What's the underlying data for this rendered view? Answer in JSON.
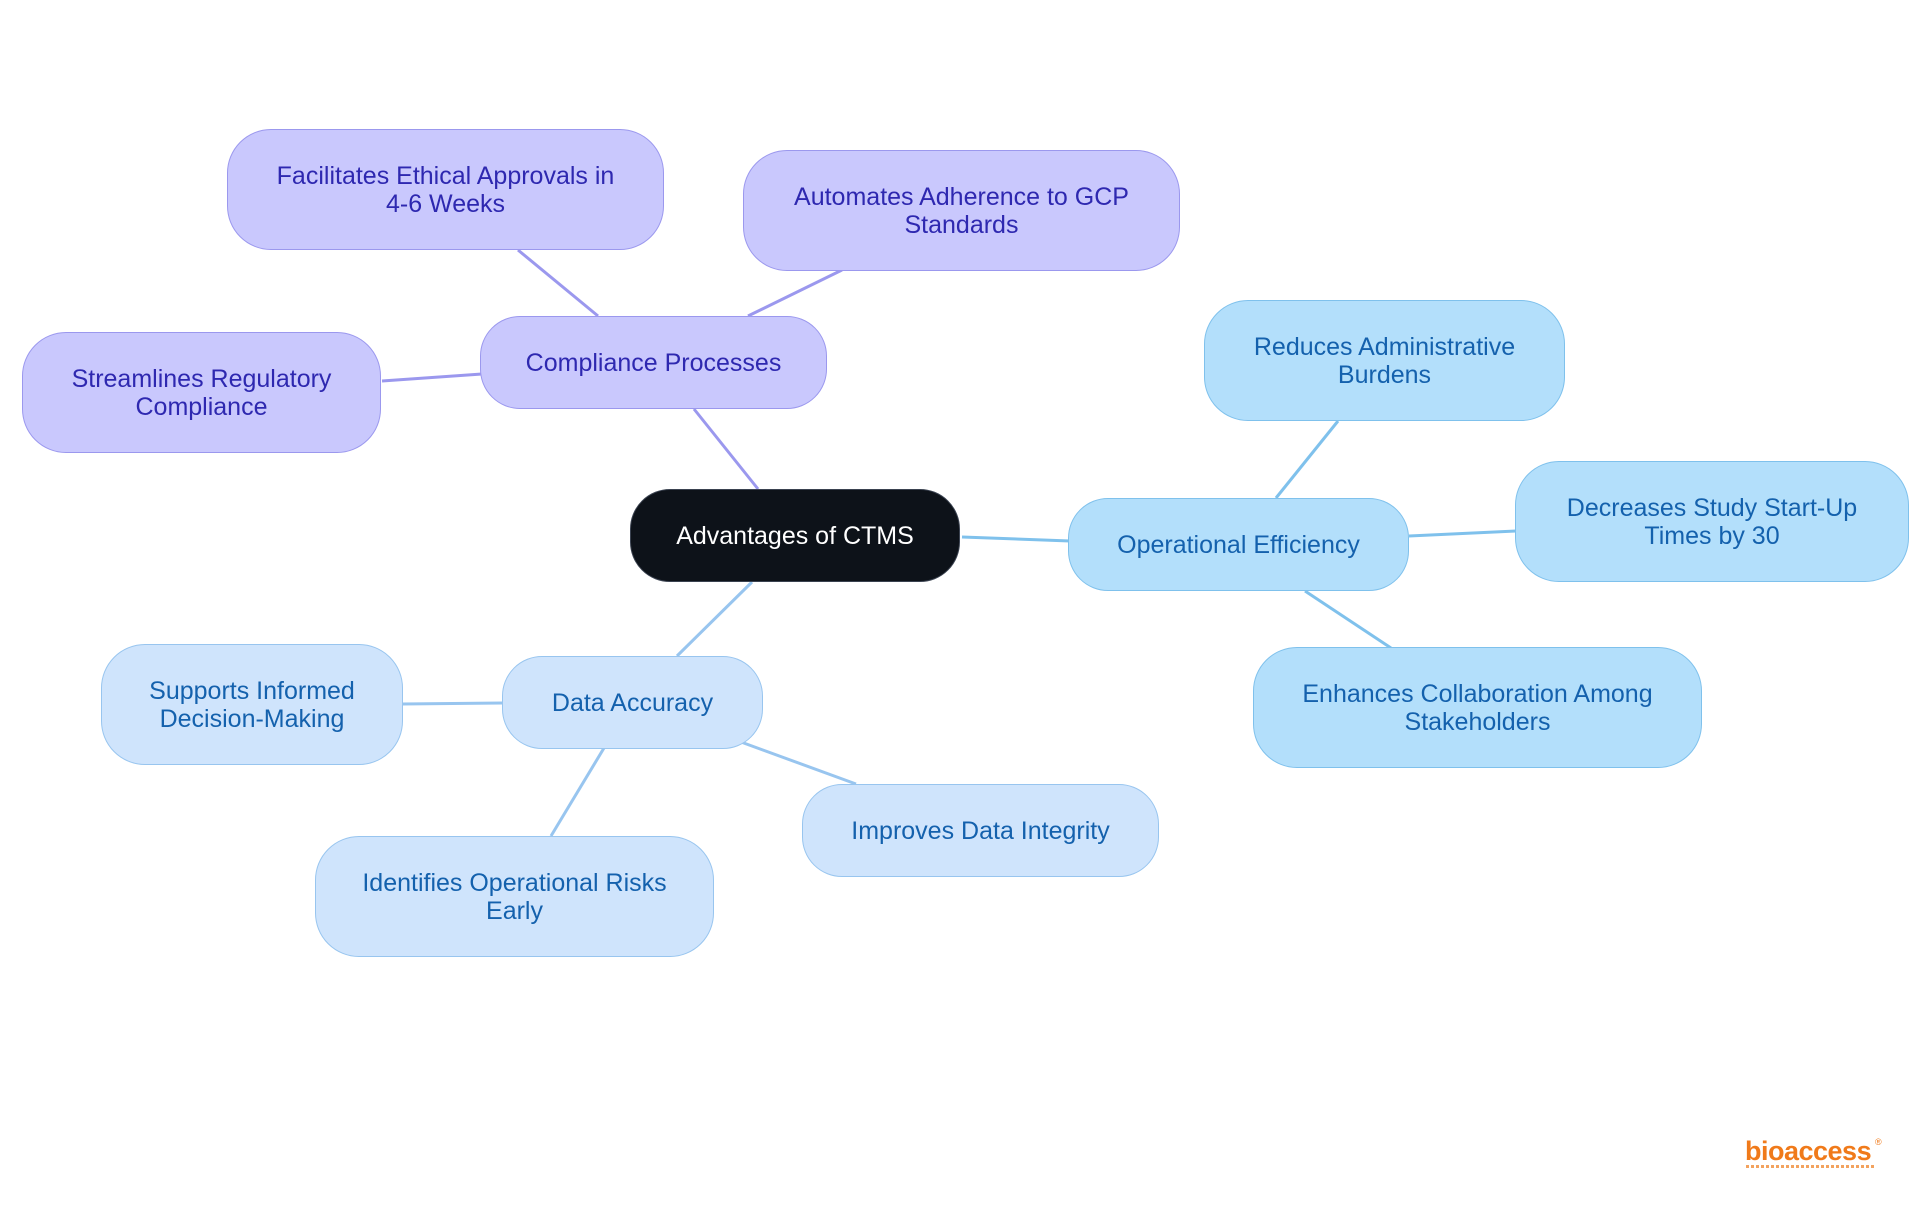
{
  "diagram": {
    "root": {
      "id": "root",
      "label": [
        "Advantages of CTMS"
      ],
      "color_fill": "#0d1219",
      "color_text": "#ffffff"
    },
    "branches": [
      {
        "id": "compliance",
        "label": [
          "Compliance Processes"
        ],
        "color_fill": "#c9c8fd",
        "color_text": "#2e28b0",
        "color_edge": "#9b98ee",
        "children": [
          {
            "id": "ethical",
            "label": [
              "Facilitates Ethical Approvals in",
              "4-6 Weeks"
            ]
          },
          {
            "id": "gcp",
            "label": [
              "Automates Adherence to GCP",
              "Standards"
            ]
          },
          {
            "id": "regulatory",
            "label": [
              "Streamlines Regulatory",
              "Compliance"
            ]
          }
        ]
      },
      {
        "id": "operational",
        "label": [
          "Operational Efficiency"
        ],
        "color_fill": "#b3dffb",
        "color_text": "#1461ad",
        "color_edge": "#7fc1ec",
        "children": [
          {
            "id": "admin",
            "label": [
              "Reduces Administrative",
              "Burdens"
            ]
          },
          {
            "id": "startup",
            "label": [
              "Decreases Study Start-Up",
              "Times by 30"
            ]
          },
          {
            "id": "collab",
            "label": [
              "Enhances Collaboration Among",
              "Stakeholders"
            ]
          }
        ]
      },
      {
        "id": "accuracy",
        "label": [
          "Data Accuracy"
        ],
        "color_fill": "#cfe4fc",
        "color_text": "#1461ad",
        "color_edge": "#98c5ef",
        "children": [
          {
            "id": "decision",
            "label": [
              "Supports Informed",
              "Decision-Making"
            ]
          },
          {
            "id": "integrity",
            "label": [
              "Improves Data Integrity"
            ]
          },
          {
            "id": "risks",
            "label": [
              "Identifies Operational Risks",
              "Early"
            ]
          }
        ]
      }
    ]
  },
  "logo": {
    "text": "bioaccess",
    "mark": "®",
    "color": "#f07a1a"
  }
}
